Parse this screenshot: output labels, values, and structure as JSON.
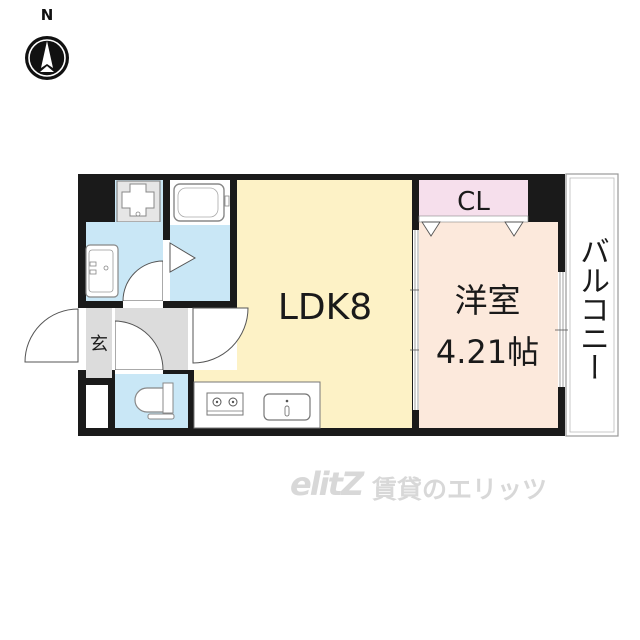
{
  "compass": {
    "label": "N",
    "icon": "north-arrow-icon"
  },
  "floor_plan": {
    "rooms": {
      "ldk": {
        "label": "LDK8",
        "color": "#fdf2c6"
      },
      "western_room": {
        "name": "洋室",
        "size": "4.21帖",
        "color": "#fce9dc"
      },
      "closet": {
        "label": "CL",
        "color": "#f6dfec"
      },
      "balcony": {
        "label": "バルコニー"
      },
      "entrance": {
        "label": "玄",
        "color": "#dcdcdc"
      },
      "bathroom": {
        "color": "#c9e7f6"
      },
      "washroom": {
        "color": "#c9e7f6"
      },
      "toilet": {
        "color": "#c9e7f6"
      },
      "hallway": {
        "color": "#dcdcdc"
      }
    },
    "wall_color": "#1a1a1a"
  },
  "watermark": {
    "logo": "elitZ",
    "text": "賃貸のエリッツ",
    "color": "#d8d8d8"
  }
}
